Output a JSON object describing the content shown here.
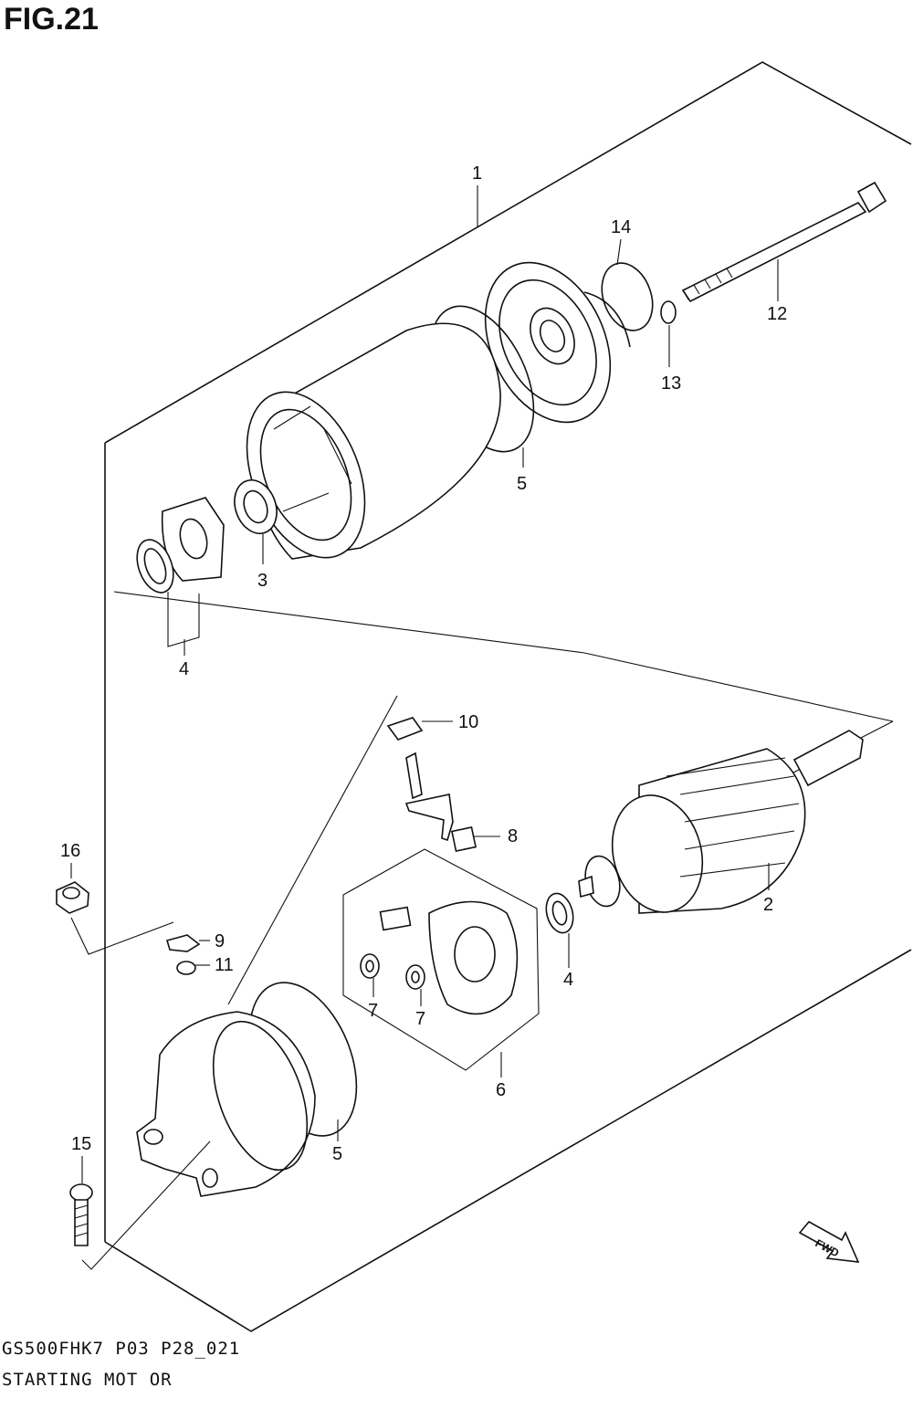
{
  "figure_title": "FIG.21",
  "footer": {
    "model_code": "GS500FHK7 P03 P28_021",
    "section_name": "STARTING MOT OR"
  },
  "fwd_badge": "FWD",
  "callouts": {
    "c1": "1",
    "c2": "2",
    "c3": "3",
    "c4a": "4",
    "c4b": "4",
    "c5a": "5",
    "c5b": "5",
    "c6": "6",
    "c7a": "7",
    "c7b": "7",
    "c8": "8",
    "c9": "9",
    "c10": "10",
    "c11": "11",
    "c12": "12",
    "c13": "13",
    "c14": "14",
    "c15": "15",
    "c16": "16"
  }
}
